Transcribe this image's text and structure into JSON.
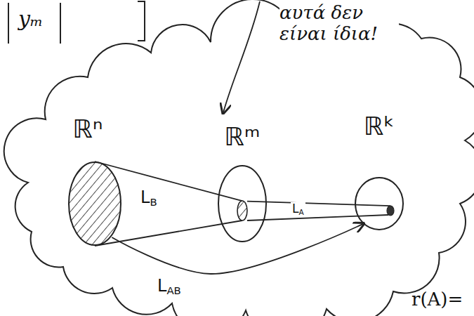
{
  "diagram": {
    "nodes": [
      {
        "text": [
          "ℝⁿ"
        ]
      },
      {
        "text": [
          "ℝᵐ"
        ]
      },
      {
        "text": [
          "ℝᵏ"
        ]
      }
    ],
    "edges": [
      {
        "from": 0,
        "to": 1,
        "label": "LB",
        "arrow": "none"
      },
      {
        "from": 1,
        "to": 2,
        "label": "LA",
        "arrow": "none"
      },
      {
        "from": 0,
        "to": 2,
        "label": "LAB",
        "arrow": "to"
      }
    ],
    "labels": [
      "αυτά δεν είναι ίδια!",
      "yₘ",
      "r(A)="
    ]
  }
}
